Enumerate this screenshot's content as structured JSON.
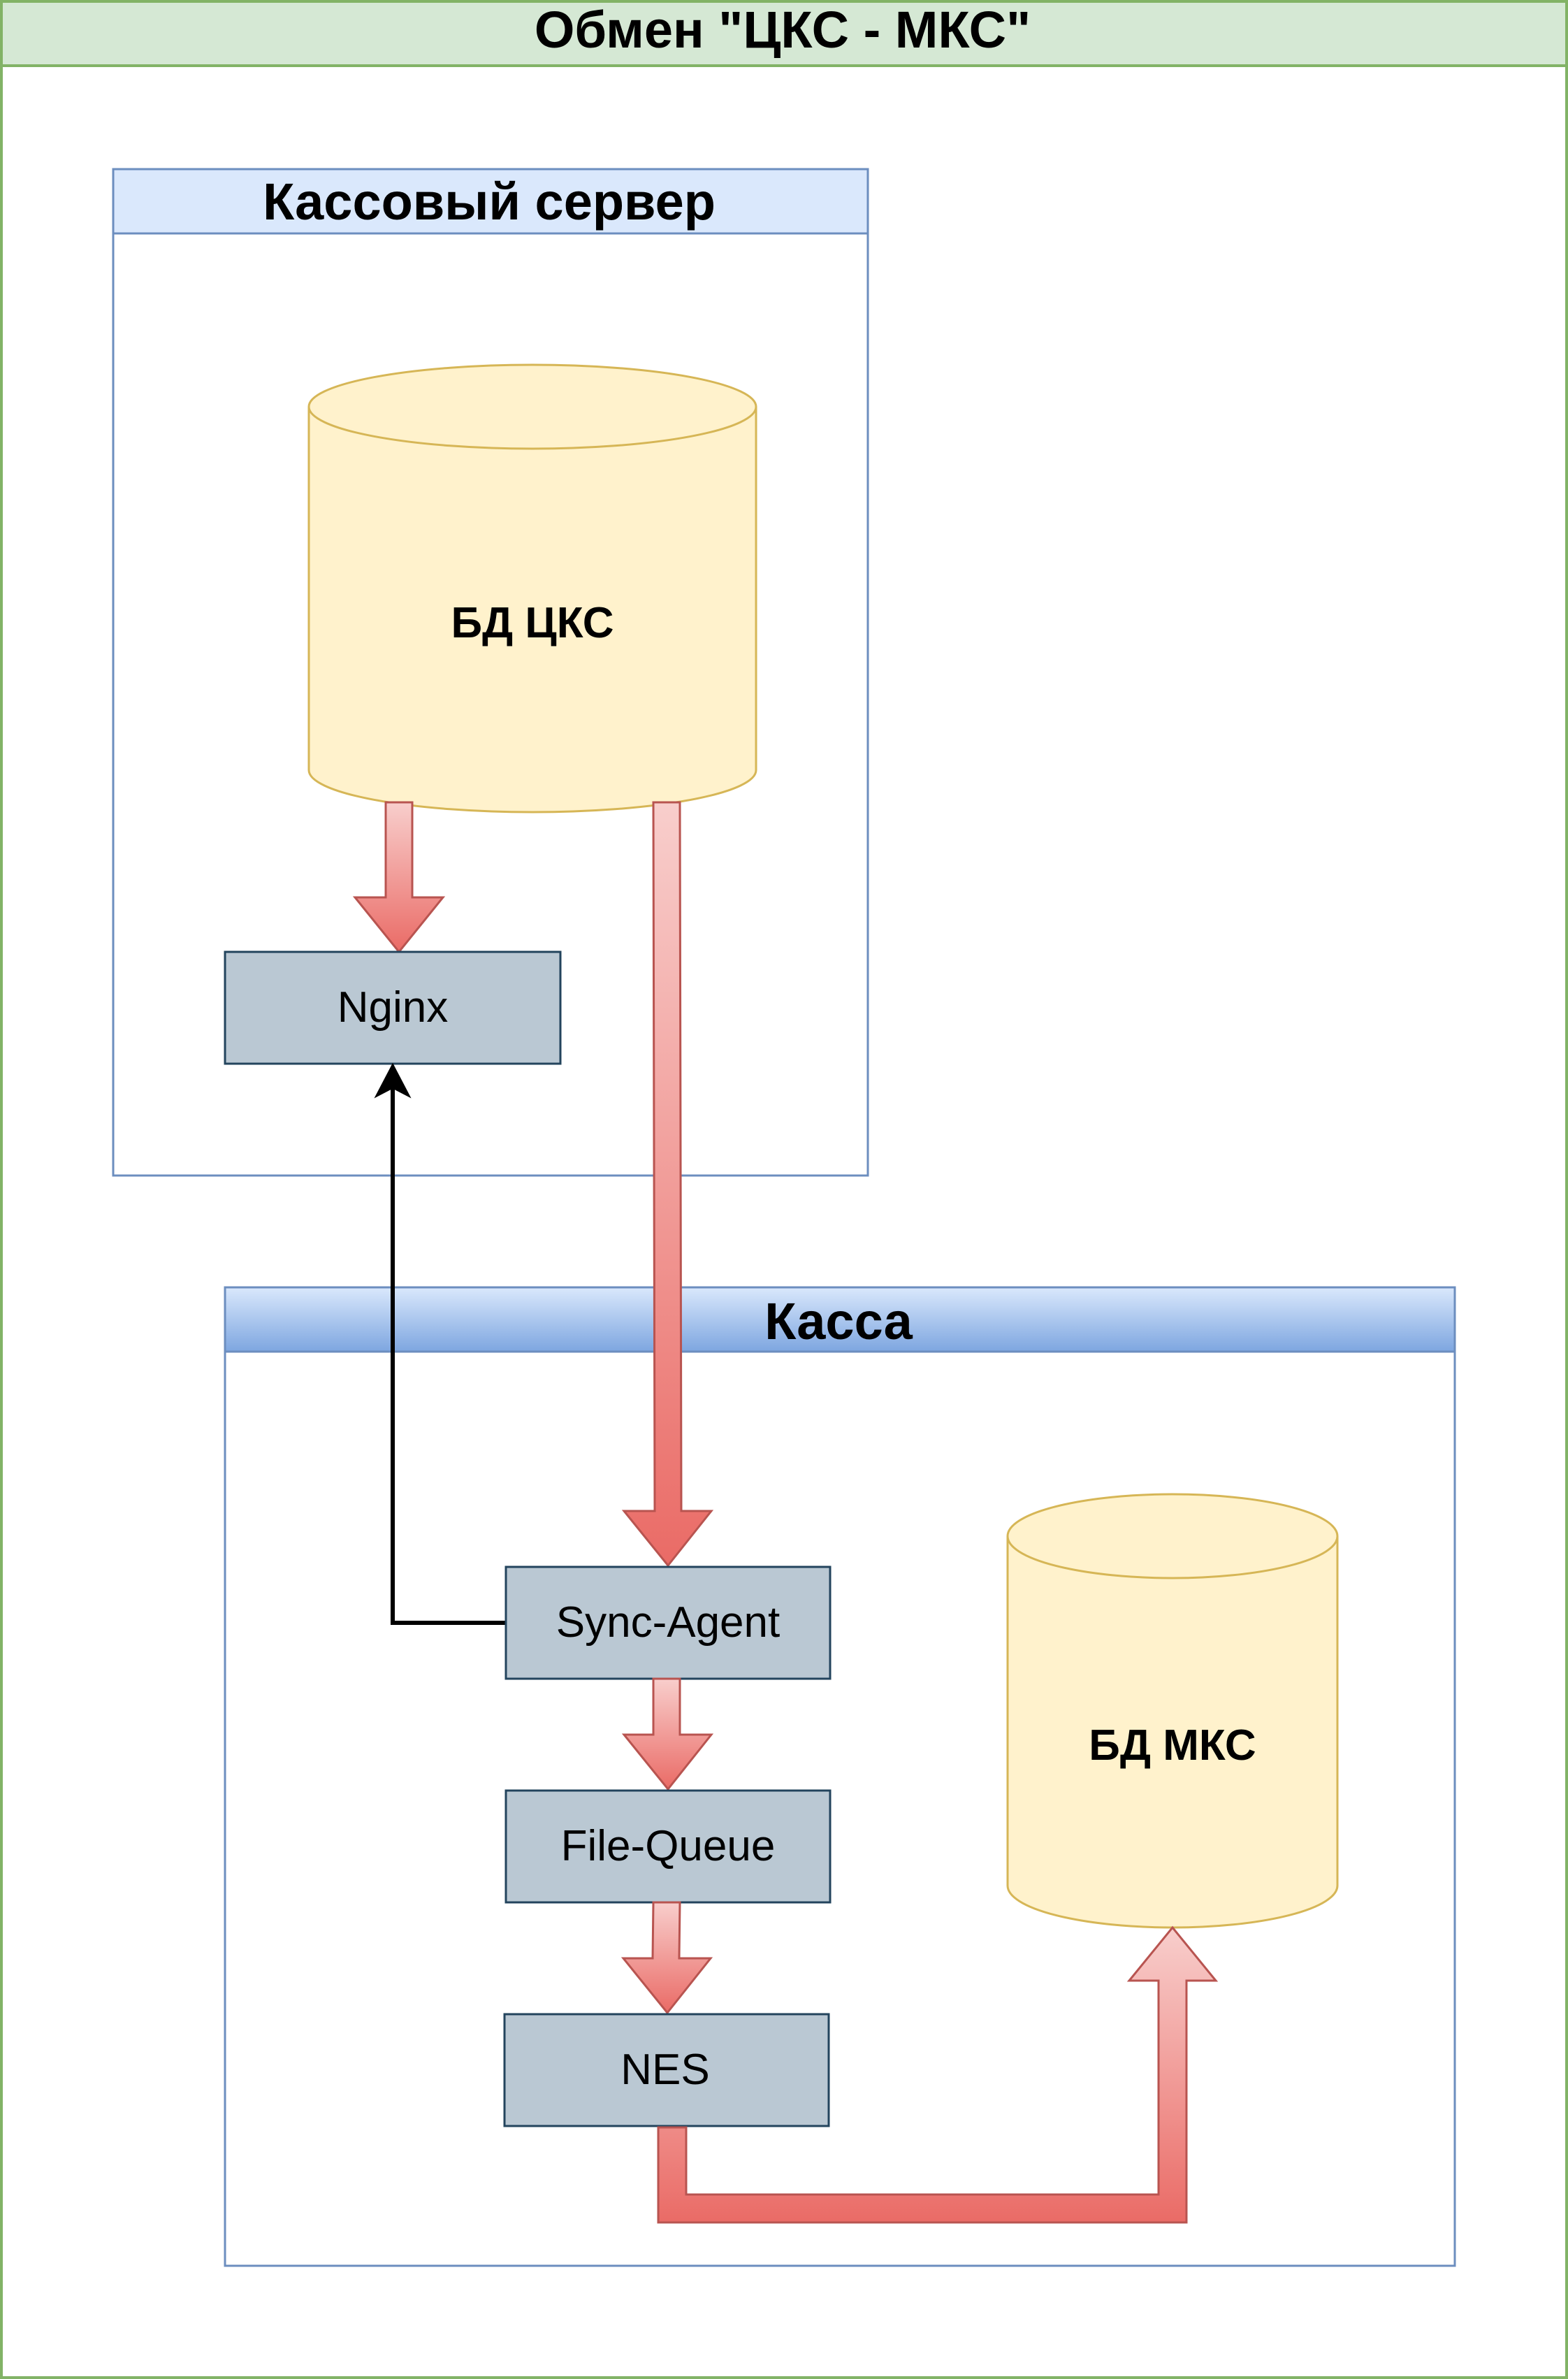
{
  "diagram": {
    "title": "Обмен \"ЦКС - МКС\"",
    "groups": {
      "server": {
        "title": "Кассовый сервер"
      },
      "kassa": {
        "title": "Касса"
      }
    },
    "nodes": {
      "db_cks": "БД ЦКС",
      "nginx": "Nginx",
      "sync_agent": "Sync-Agent",
      "file_queue": "File-Queue",
      "nes": "NES",
      "db_mks": "БД МКС"
    }
  },
  "colors": {
    "outer_border": "#82b366",
    "outer_header": "#d5e8d4",
    "group_border": "#6c8ebf",
    "server_header": "#dae8fc",
    "kassa_header_top": "#dae8fc",
    "kassa_header_bottom": "#7ea6e0",
    "db_fill": "#fff2cc",
    "db_stroke": "#d6b656",
    "node_fill": "#bac8d3",
    "node_stroke": "#23445d",
    "arrow_light": "#f8cecc",
    "arrow_dark": "#ea6b66",
    "arrow_stroke": "#b85450",
    "connector": "#000000"
  }
}
